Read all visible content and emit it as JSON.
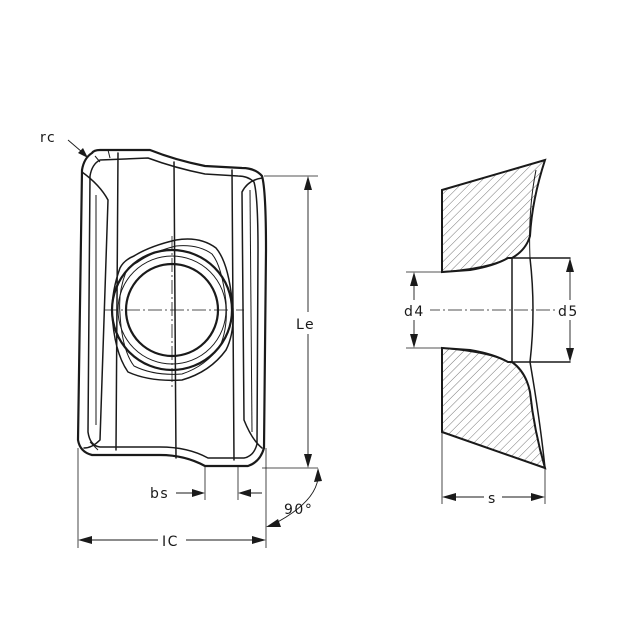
{
  "labels": {
    "rc": "rc",
    "le": "Le",
    "bs": "bs",
    "angle": "90°",
    "ic": "IC",
    "d4": "d4",
    "d5": "d5",
    "s": "s"
  },
  "colors": {
    "line": "#1a1a1a",
    "background": "#ffffff"
  }
}
